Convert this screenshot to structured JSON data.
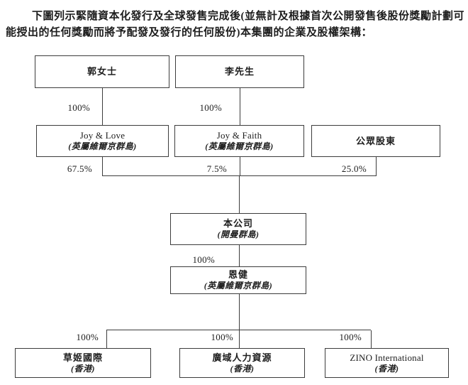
{
  "intro": {
    "line1": "下圖列示緊隨資本化發行及全球發售完成後(並無計及根據首次公開發售後股份獎勵計劃可",
    "line2": "能授出的任何獎勵而將予配發及發行的任何股份)本集團的企業及股權架構："
  },
  "nodes": {
    "guo": {
      "name": "郭女士"
    },
    "li": {
      "name": "李先生"
    },
    "joy_love": {
      "name": "Joy & Love",
      "place": "(英屬維爾京群島)"
    },
    "joy_faith": {
      "name": "Joy & Faith",
      "place": "(英屬維爾京群島)"
    },
    "public": {
      "name": "公眾股東"
    },
    "company": {
      "name": "本公司",
      "place": "(開曼群島)"
    },
    "enjian": {
      "name": "恩健",
      "place": "(英屬維爾京群島)"
    },
    "caoji": {
      "name": "草姬國際",
      "place": "(香港)"
    },
    "guangyu": {
      "name": "廣域人力資源",
      "place": "(香港)"
    },
    "zino": {
      "name": "ZINO International",
      "place": "(香港)"
    }
  },
  "ownership": {
    "guo_to_joylove": "100%",
    "li_to_joyfaith": "100%",
    "joylove_to_company": "67.5%",
    "joyfaith_to_company": "7.5%",
    "public_to_company": "25.0%",
    "company_to_enjian": "100%",
    "enjian_to_caoji": "100%",
    "enjian_to_guangyu": "100%",
    "enjian_to_zino": "100%"
  },
  "colors": {
    "background": "#ffffff",
    "line": "#3c3c3c",
    "text": "#1d1d1d"
  }
}
